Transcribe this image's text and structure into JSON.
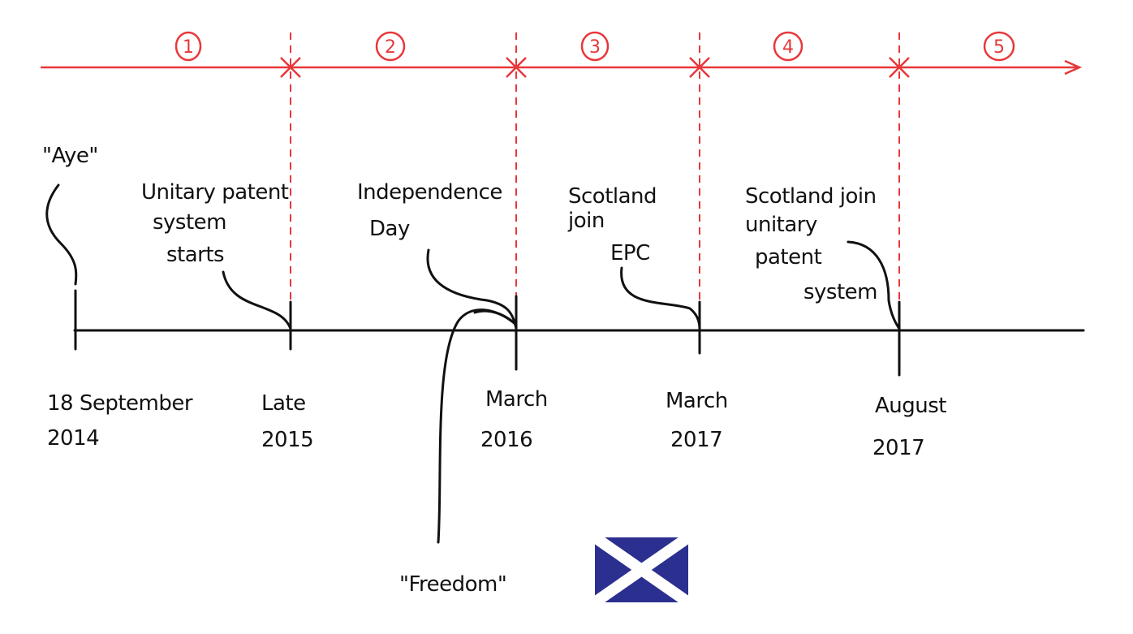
{
  "phases": [
    "1",
    "2",
    "3",
    "4",
    "5"
  ],
  "events": {
    "aye": "\"Aye\"",
    "unitary_start": [
      "Unitary patent",
      "system",
      "starts"
    ],
    "independence": [
      "Independence",
      "Day"
    ],
    "scotland_epc": [
      "Scotland",
      "join",
      "EPC"
    ],
    "scotland_unitary": [
      "Scotland join",
      "unitary",
      "patent",
      "system"
    ],
    "freedom": "\"Freedom\""
  },
  "dates": [
    [
      "18 September",
      "2014"
    ],
    [
      "Late",
      "2015"
    ],
    [
      "March",
      "2016"
    ],
    [
      "March",
      "2017"
    ],
    [
      "August",
      "2017"
    ]
  ],
  "colors": {
    "red": "#e8373a",
    "ink": "#111111",
    "flag_blue": "#2b2f8f"
  },
  "flag_icon": "scotland-saltire-flag-icon"
}
